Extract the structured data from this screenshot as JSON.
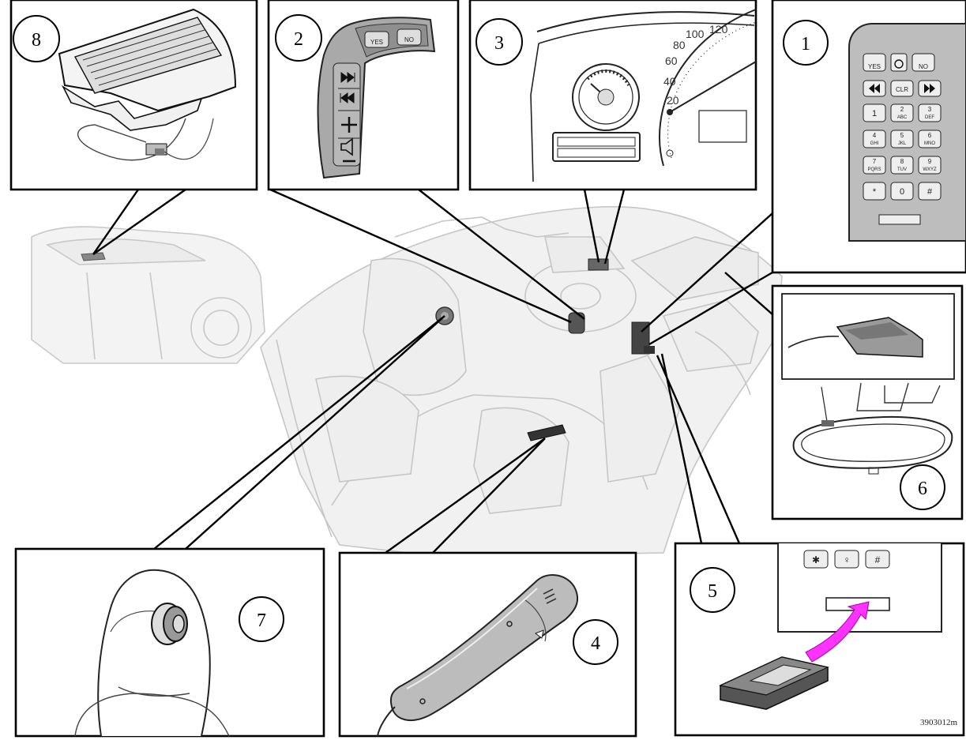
{
  "callouts": [
    {
      "id": "1",
      "label": "1"
    },
    {
      "id": "2",
      "label": "2"
    },
    {
      "id": "3",
      "label": "3"
    },
    {
      "id": "4",
      "label": "4"
    },
    {
      "id": "5",
      "label": "5"
    },
    {
      "id": "6",
      "label": "6"
    },
    {
      "id": "7",
      "label": "7"
    },
    {
      "id": "8",
      "label": "8"
    }
  ],
  "wheel_buttons": {
    "yes": "YES",
    "no": "NO"
  },
  "keypad": {
    "yes": "YES",
    "no": "NO",
    "clr": "CLR",
    "keys": [
      "1",
      "2\nABC",
      "3\nDEF",
      "4\nGHI",
      "5\nJKL",
      "6\nMNO",
      "7\nPQRS",
      "8\nTUV",
      "9\nWXYZ",
      "*",
      "0",
      "#"
    ]
  },
  "speedometer_ticks": [
    "20",
    "40",
    "60",
    "80",
    "100",
    "120"
  ],
  "sim_keys": [
    "✱",
    "♀",
    "#"
  ],
  "figure_code": "3903012m",
  "colors": {
    "arrow": "#ff33ff",
    "line": "#000000",
    "ghost": "#c8c8c8",
    "panel": "#bdbdbd"
  }
}
